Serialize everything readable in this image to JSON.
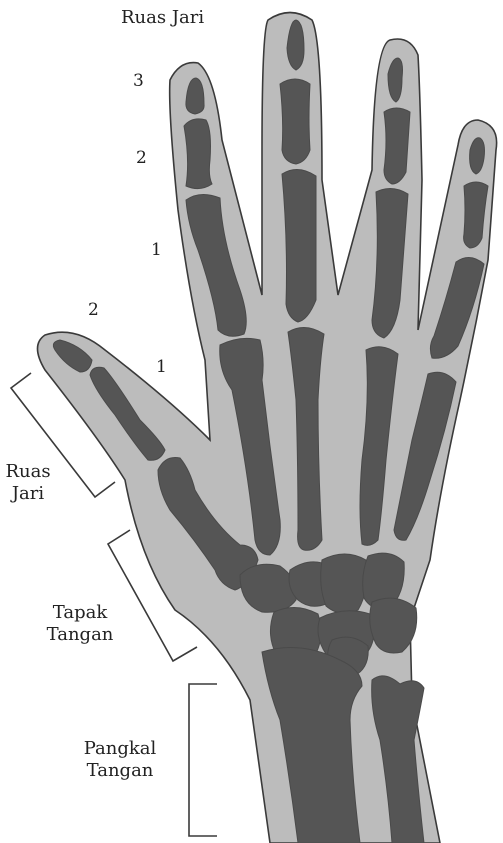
{
  "labels": {
    "top_phalanges": "Ruas Jari",
    "thumb_phalanges_line1": "Ruas",
    "thumb_phalanges_line2": "Jari",
    "palm_line1": "Tapak",
    "palm_line2": "Tangan",
    "wrist_line1": "Pangkal",
    "wrist_line2": "Tangan"
  },
  "numbers": {
    "finger_3": "3",
    "finger_2": "2",
    "finger_1": "1",
    "thumb_2": "2",
    "thumb_1": "1"
  },
  "colors": {
    "skin": "#bcbcbc",
    "bone": "#555555",
    "outline": "#3a3a3a"
  }
}
